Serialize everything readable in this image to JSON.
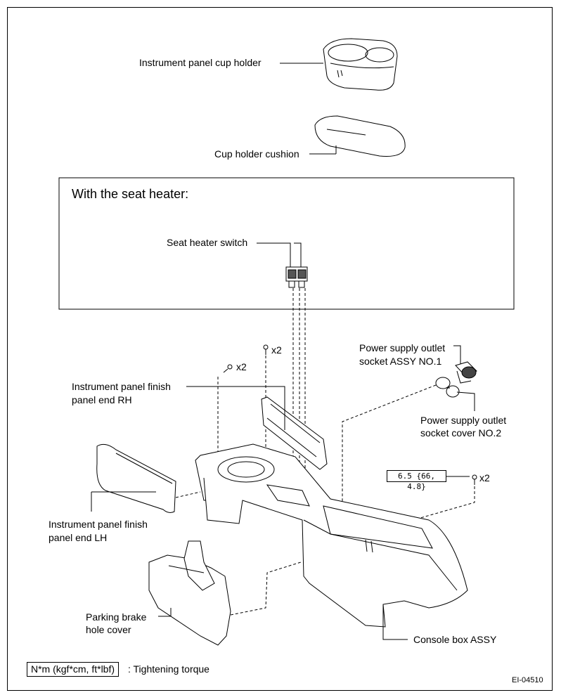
{
  "labels": {
    "cup_holder": "Instrument panel cup holder",
    "cup_cushion": "Cup holder cushion",
    "seat_heater_box_title": "With the seat heater:",
    "seat_heater_switch": "Seat heater switch",
    "power_outlet_1_line1": "Power supply outlet",
    "power_outlet_1_line2": "socket ASSY NO.1",
    "power_cover_2_line1": "Power supply outlet",
    "power_cover_2_line2": "socket cover NO.2",
    "finish_rh_line1": "Instrument panel finish",
    "finish_rh_line2": "panel end RH",
    "finish_lh_line1": "Instrument panel finish",
    "finish_lh_line2": "panel end LH",
    "parking_line1": "Parking brake",
    "parking_line2": "hole cover",
    "console_box": "Console box ASSY",
    "qty_a": "x2",
    "qty_b": "x2",
    "qty_c": "x2",
    "torque_value": "6.5 {66, 4.8}"
  },
  "legend": {
    "unit": "N*m (kgf*cm, ft*lbf)",
    "text": ": Tightening torque"
  },
  "figure_code": "EI-04510"
}
